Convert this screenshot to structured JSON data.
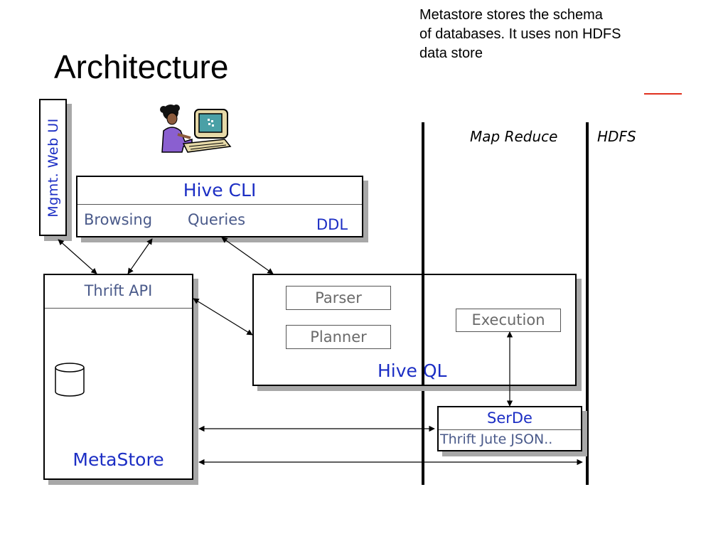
{
  "slide": {
    "title": "Architecture",
    "note_lines": [
      "Metastore stores the schema",
      "of databases. It uses non HDFS",
      "data store"
    ]
  },
  "diagram": {
    "layers": {
      "map_reduce": "Map Reduce",
      "hdfs": "HDFS"
    },
    "web_ui": "Mgmt. Web UI",
    "hive_cli": {
      "title": "Hive CLI",
      "items": [
        "Browsing",
        "Queries",
        "DDL"
      ]
    },
    "metastore": {
      "thrift_api": "Thrift API",
      "label": "MetaStore"
    },
    "hive_ql": {
      "label": "Hive QL",
      "parser": "Parser",
      "planner": "Planner",
      "execution": "Execution"
    },
    "serde": {
      "title": "SerDe",
      "formats": "Thrift   Jute JSON.."
    },
    "icons": [
      "user-at-computer-icon",
      "database-cylinder-icon"
    ],
    "colors": {
      "label_blue": "#1c2ec4",
      "sub_label": "#4a5a8a",
      "shadow": "#a8a8a8",
      "accent_red": "#e0301e"
    }
  }
}
